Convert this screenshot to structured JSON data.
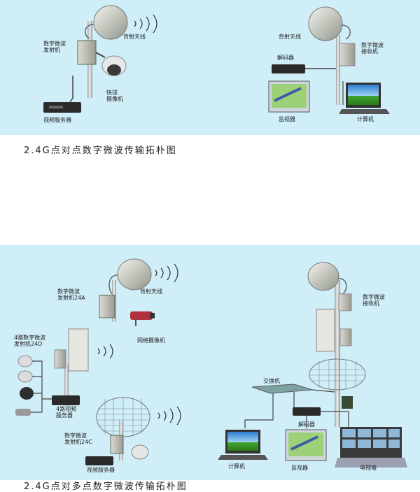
{
  "diagram1": {
    "caption": "2.4G点对点数字微波传输拓朴图",
    "left": {
      "antenna": "背射天线",
      "transmitter": "数字微波\n发射机",
      "camera": "快球\n摄像机",
      "server": "视频服务器"
    },
    "right": {
      "antenna": "背射天线",
      "receiver": "数字微波\n接收机",
      "decoder": "解码器",
      "monitor": "监视器",
      "computer": "计算机"
    }
  },
  "diagram2": {
    "caption": "2.4G点对多点数字微波传输拓朴图",
    "left": {
      "transmitter_a": "数字微波\n发射机24A",
      "antenna": "背射天线",
      "gun_camera": "网络摄像机",
      "transmitter_d": "4路数字微波\n发射机24D",
      "server4": "4路视频\n服务器",
      "transmitter_c": "数字微波\n发射机24C",
      "server": "视频服务器"
    },
    "right": {
      "receiver": "数字微波\n接收机",
      "switch": "交换机",
      "decoder": "解码器",
      "computer": "计算机",
      "monitor": "监视器",
      "tvwall": "电视墙"
    }
  }
}
